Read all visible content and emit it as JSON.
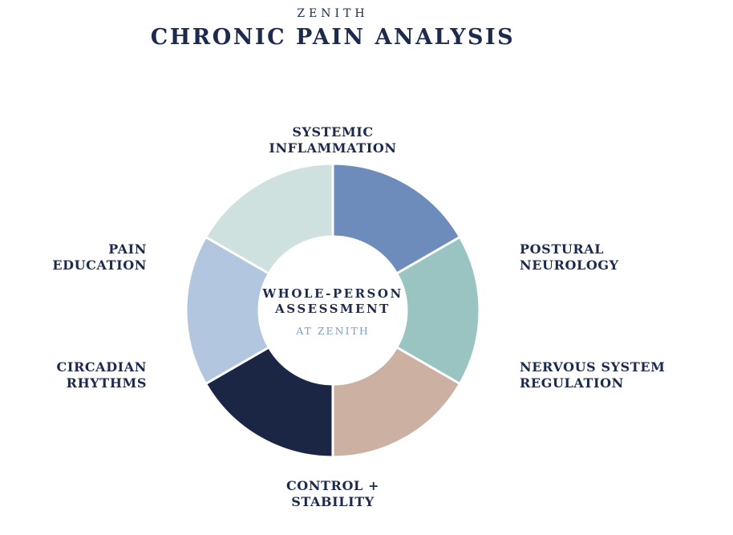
{
  "header": {
    "kicker": "ZENITH",
    "title": "CHRONIC PAIN ANALYSIS"
  },
  "center": {
    "heading": "WHOLE-PERSON\nASSESSMENT",
    "subheading": "AT ZENITH"
  },
  "donut": {
    "segments": [
      {
        "id": "systemic-inflammation",
        "label": "SYSTEMIC\nINFLAMMATION",
        "color": "#6d8cbc"
      },
      {
        "id": "postural-neurology",
        "label": "POSTURAL\nNEUROLOGY",
        "color": "#9ac4c2"
      },
      {
        "id": "nervous-system-regulation",
        "label": "NERVOUS SYSTEM\nREGULATION",
        "color": "#ccb0a2"
      },
      {
        "id": "control-stability",
        "label": "CONTROL +\nSTABILITY",
        "color": "#1b2644"
      },
      {
        "id": "circadian-rhythms",
        "label": "CIRCADIAN\nRHYTHMS",
        "color": "#b2c6e0"
      },
      {
        "id": "pain-education",
        "label": "PAIN\nEDUCATION",
        "color": "#cfe1de"
      }
    ],
    "gap_color": "#ffffff"
  },
  "colors": {
    "background": "#ffffff",
    "text_navy": "#1b2a4d",
    "subheading_blue": "#7f9dc7"
  },
  "chart_data": {
    "type": "pie",
    "title": "CHRONIC PAIN ANALYSIS",
    "categories": [
      "SYSTEMIC INFLAMMATION",
      "POSTURAL NEUROLOGY",
      "NERVOUS SYSTEM REGULATION",
      "CONTROL + STABILITY",
      "CIRCADIAN RHYTHMS",
      "PAIN EDUCATION"
    ],
    "values": [
      1,
      1,
      1,
      1,
      1,
      1
    ],
    "note": "equal 60-degree donut segments, clockwise from top",
    "center_label": "WHOLE-PERSON ASSESSMENT AT ZENITH"
  }
}
